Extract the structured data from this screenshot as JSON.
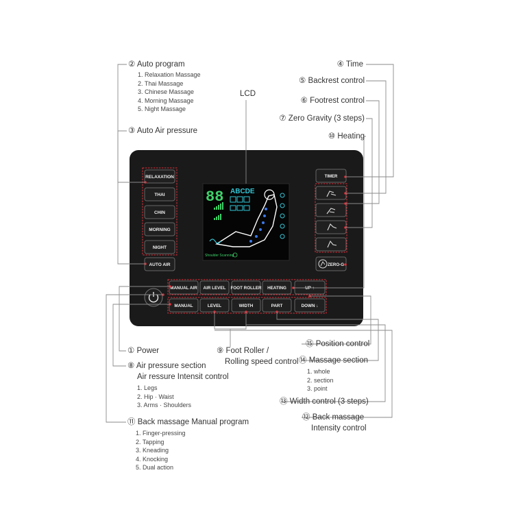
{
  "labels": {
    "auto_program": "② Auto program",
    "auto_air": "③ Auto Air pressure",
    "lcd": "LCD",
    "time": "④ Time",
    "backrest": "⑤ Backrest control",
    "footrest": "⑥ Footrest control",
    "zero_gravity": "⑦ Zero Gravity (3 steps)",
    "heating": "⑩ Heating",
    "power": "① Power",
    "air_section": "⑧ Air pressure section",
    "air_intensity": "Air ressure Intensit control",
    "back_manual": "⑪ Back massage Manual program",
    "foot_roller_1": "⑨ Foot Roller /",
    "foot_roller_2": "Rolling speed control",
    "position": "⑮ Position control",
    "massage_section": "⑭ Massage section",
    "width_control": "⑬ Width control (3 steps)",
    "back_intensity_1": "⑫ Back massage",
    "back_intensity_2": "Intensity control"
  },
  "auto_program_items": [
    "1. Relaxation Massage",
    "2. Thai Massage",
    "3. Chinese Massage",
    "4. Morning Massage",
    "5. Night Massage"
  ],
  "air_section_items": [
    "1. Legs",
    "2. Hip · Waist",
    "3. Arms · Shoulders"
  ],
  "back_manual_items": [
    "1. Finger-pressing",
    "2. Tapping",
    "3. Kneading",
    "4. Knocking",
    "5. Dual action"
  ],
  "massage_section_items": [
    "1. whole",
    "2. section",
    "3. point"
  ],
  "buttons": {
    "relaxation": "RELAXATION",
    "thai": "THAI",
    "chin": "CHIN",
    "morning": "MORNING",
    "night": "NIGHT",
    "auto_air": "AUTO AIR",
    "timer": "TIMER",
    "zero_g": "ZERO-G",
    "manual_air": "MANUAL AIR",
    "air_level": "AIR LEVEL",
    "foot_roller": "FOOT ROLLER",
    "heating": "HEATING",
    "up": "UP ↑",
    "manual": "MANUAL",
    "level": "LEVEL",
    "width": "WIDTH",
    "part": "PART",
    "down": "DOWN ↓"
  },
  "lcd": {
    "digits": "88",
    "letters": "ABCDE",
    "status": "Shoulder Scanning"
  },
  "colors": {
    "panel": "#1a1a1a",
    "button": "#202020",
    "accent_red": "#d9303a",
    "lcd_green": "#3fd16a",
    "lcd_cyan": "#34c7d8",
    "lcd_blue": "#3b79e8",
    "leader": "#7a7a7a"
  }
}
